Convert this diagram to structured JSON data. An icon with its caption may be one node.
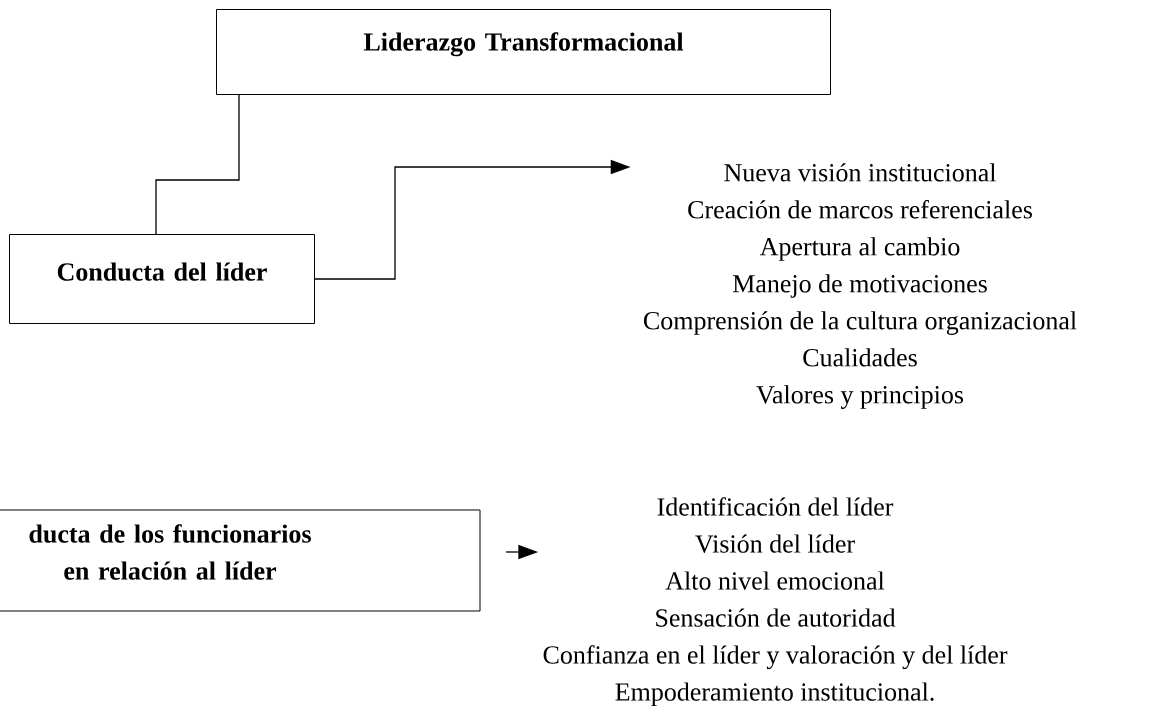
{
  "diagram": {
    "nodes": [
      {
        "text": [
          "Liderazgo Transformacional"
        ]
      },
      {
        "text": [
          "Conducta del líder"
        ]
      },
      {
        "text": [
          "Nueva visión institucional",
          "Creación de marcos referenciales",
          "Apertura al cambio",
          "Manejo de motivaciones",
          "Comprensión de la cultura organizacional",
          "Cualidades",
          "Valores y principios"
        ]
      },
      {
        "text": [
          "ducta de los funcionarios en relación al líder"
        ]
      },
      {
        "text": [
          "Identificación del líder",
          "Visión del líder",
          "Alto nivel emocional",
          "Sensación de autoridad",
          "Confianza en el líder y valoración y del líder",
          "Empoderamiento institucional."
        ]
      }
    ],
    "edges": [
      {
        "from": 1,
        "to": 0,
        "arrow": "none"
      },
      {
        "from": 1,
        "to": 2,
        "arrow": "to"
      },
      {
        "from": null,
        "to": 4,
        "arrow": "to"
      }
    ]
  }
}
